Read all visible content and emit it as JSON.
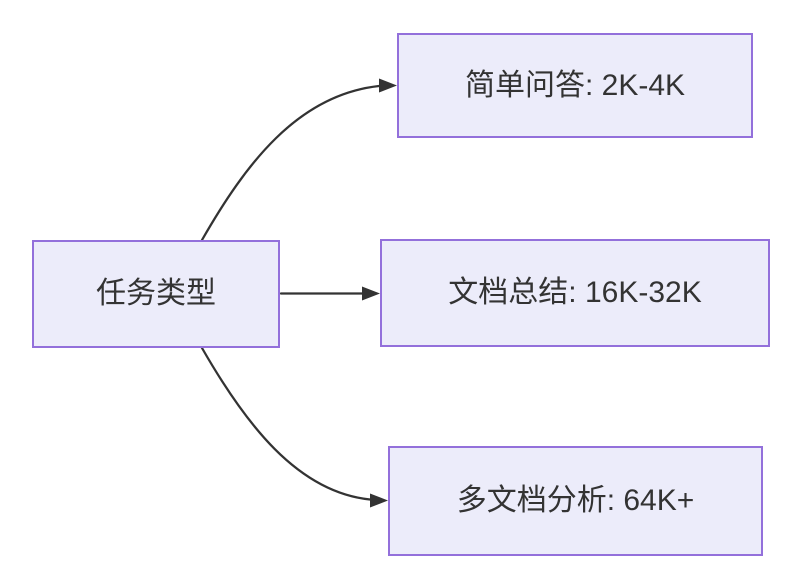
{
  "diagram": {
    "type": "flowchart-lr",
    "nodes": {
      "task_type": {
        "label": "任务类型"
      },
      "simple_qa": {
        "label": "简单问答: 2K-4K"
      },
      "doc_summary": {
        "label": "文档总结: 16K-32K"
      },
      "multi_doc": {
        "label": "多文档分析: 64K+"
      }
    },
    "edges": [
      {
        "from": "task_type",
        "to": "simple_qa"
      },
      {
        "from": "task_type",
        "to": "doc_summary"
      },
      {
        "from": "task_type",
        "to": "multi_doc"
      }
    ],
    "colors": {
      "node_fill": "#ECECFA",
      "node_border": "#9370DB",
      "edge": "#333333",
      "text": "#333333",
      "background": "#FFFFFF"
    }
  }
}
